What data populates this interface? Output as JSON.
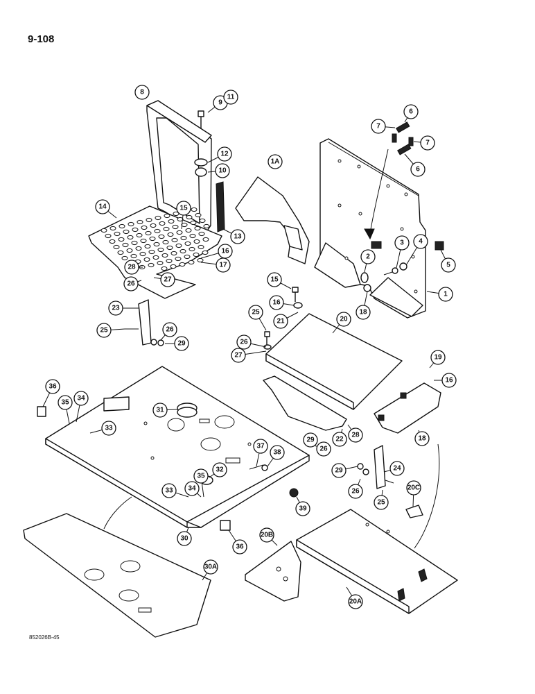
{
  "page_number": "9-108",
  "catalog_code": "852026B-45",
  "callouts": [
    "8",
    "9",
    "11",
    "12",
    "10",
    "14",
    "15",
    "13",
    "16",
    "17",
    "28",
    "26",
    "27",
    "23",
    "25",
    "26",
    "29",
    "1A",
    "7",
    "6",
    "7",
    "6",
    "2",
    "3",
    "4",
    "5",
    "1",
    "18",
    "15",
    "16",
    "21",
    "20",
    "25",
    "26",
    "27",
    "19",
    "16",
    "36",
    "35",
    "34",
    "31",
    "33",
    "29",
    "26",
    "22",
    "28",
    "18",
    "37",
    "38",
    "32",
    "29",
    "24",
    "35",
    "33",
    "34",
    "39",
    "26",
    "25",
    "20C",
    "30",
    "36",
    "20B",
    "30A",
    "20A"
  ]
}
